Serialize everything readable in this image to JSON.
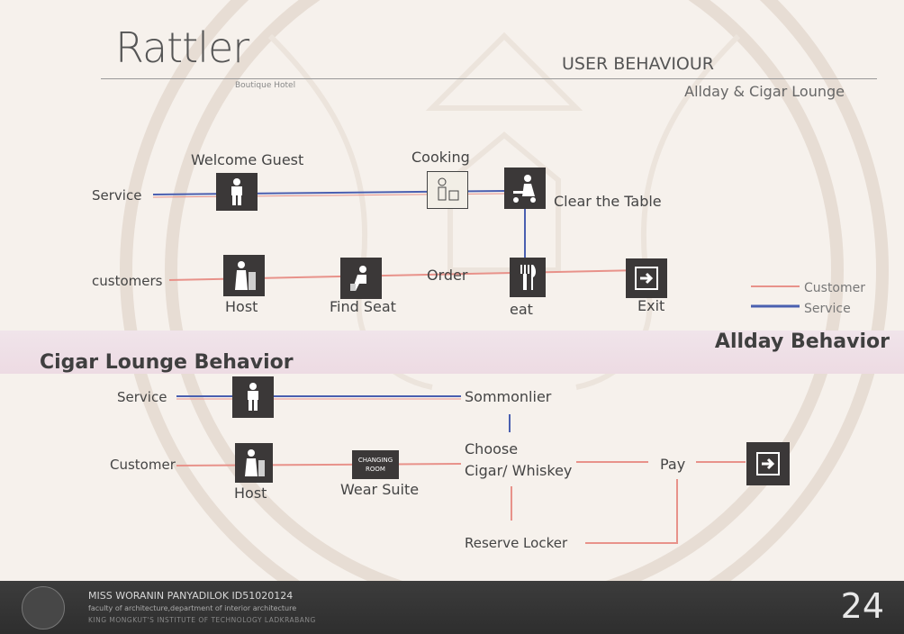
{
  "header": {
    "logo_title": "Rattler",
    "logo_subtitle": "Boutique Hotel",
    "title": "USER BEHAVIOUR",
    "subtitle": "Allday & Cigar Lounge"
  },
  "allday": {
    "section_title": "Allday Behavior",
    "service_label": "Service",
    "customers_label": "customers",
    "welcome_guest": "Welcome Guest",
    "cooking": "Cooking",
    "clear_table": "Clear the Table",
    "host": "Host",
    "find_seat": "Find Seat",
    "order": "Order",
    "eat": "eat",
    "exit": "Exit"
  },
  "legend": {
    "customer": "Customer",
    "service": "Service"
  },
  "cigar": {
    "section_title": "Cigar Lounge Behavior",
    "service_label": "Service",
    "customer_label": "Customer",
    "sommelier": "Sommonlier",
    "host": "Host",
    "changing_room_line1": "CHANGING",
    "changing_room_line2": "ROOM",
    "wear_suite": "Wear Suite",
    "choose_line1": "Choose",
    "choose_line2": "Cigar/ Whiskey",
    "pay": "Pay",
    "reserve_locker": "Reserve Locker"
  },
  "footer": {
    "name": "MISS WORANIN PANYADILOK  ID51020124",
    "faculty": "faculty of architecture,department of interior architecture",
    "institute": "KING MONGKUT'S INSTITUTE OF TECHNOLOGY LADKRABANG",
    "page_number": "24"
  },
  "colors": {
    "customer_line": "#e8928a",
    "service_line": "#4a5fb0",
    "icon_bg": "#3b3838"
  }
}
